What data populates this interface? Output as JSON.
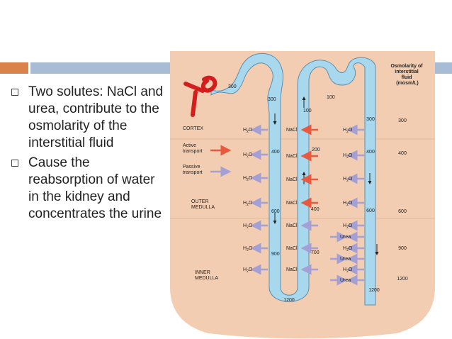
{
  "slide": {
    "bullets": [
      "Two solutes: NaCl and urea, contribute to the osmolarity of the interstitial fluid",
      "Cause the reabsorption of water in the kidney and concentrates the urine"
    ]
  },
  "diagram": {
    "header": [
      "Osmolarity of",
      "interstitial",
      "fluid",
      "(mosm/L)"
    ],
    "regions": {
      "cortex": "CORTEX",
      "outer_1": "OUTER",
      "outer_2": "MEDULLA",
      "inner_1": "INNER",
      "inner_2": "MEDULLA"
    },
    "legend": {
      "active_1": "Active",
      "active_2": "transport",
      "passive_1": "Passive",
      "passive_2": "transport"
    },
    "scale": [
      "300",
      "400",
      "600",
      "900",
      "1200"
    ],
    "tubule_values": {
      "v300a": "300",
      "v300b": "300",
      "v100a": "100",
      "v100b": "100",
      "v300c": "300",
      "v400a": "400",
      "v200": "200",
      "v400b": "400",
      "v600a": "600",
      "v400c": "400",
      "v600b": "600",
      "v900": "900",
      "v700": "700",
      "v1200a": "1200",
      "v1200b": "1200"
    },
    "labels": {
      "nacl": "NaCl",
      "water": "H",
      "water_sub": "2",
      "water_o": "O",
      "urea": "Urea"
    }
  },
  "colors": {
    "background": "#ffffff",
    "interstitial": "#f2cdb2",
    "tubule": "#a8d8ee",
    "tubule_outline": "#5b8fb0",
    "active_arrow": "#e9593d",
    "passive_arrow": "#a49fd4",
    "accent_orange": "#d9834a",
    "accent_blue": "#a9bcd6"
  }
}
